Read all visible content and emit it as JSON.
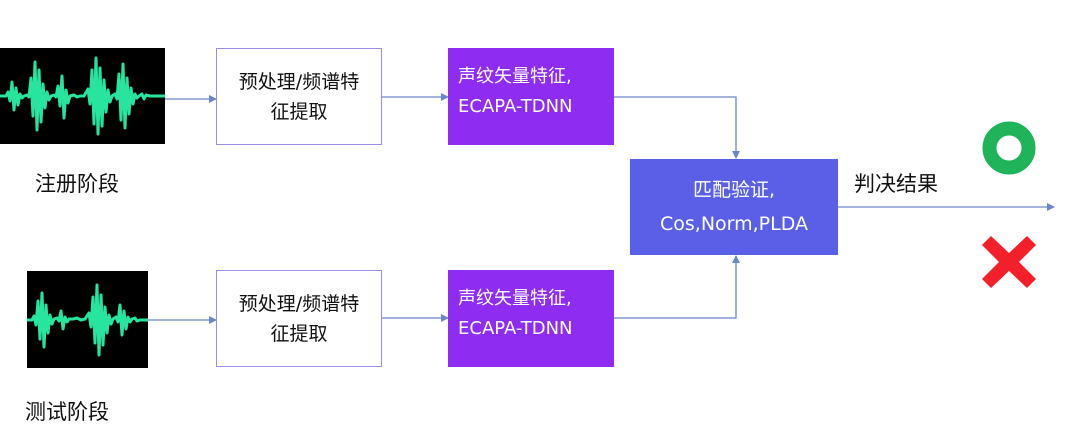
{
  "enroll": {
    "stage_label": "注册阶段",
    "preprocess": [
      "预处理/频谱特",
      "征提取"
    ],
    "feature": [
      "声纹矢量特征,",
      "ECAPA-TDNN"
    ]
  },
  "test": {
    "stage_label": "测试阶段",
    "preprocess": [
      "预处理/频谱特",
      "征提取"
    ],
    "feature": [
      "声纹矢量特征,",
      "ECAPA-TDNN"
    ]
  },
  "match": {
    "lines": [
      "匹配验证,",
      "Cos,Norm,PLDA"
    ]
  },
  "decision": {
    "label": "判决结果",
    "accept_icon": "green-circle-icon",
    "reject_icon": "red-cross-icon"
  },
  "colors": {
    "white_box_border": "#9d8ce8",
    "feature_box": "#8e2cf2",
    "match_box": "#5a5fe8",
    "arrow": "#6b86c9",
    "waveform": "#27e59e",
    "accept": "#1fb45a",
    "reject": "#f3202c"
  }
}
